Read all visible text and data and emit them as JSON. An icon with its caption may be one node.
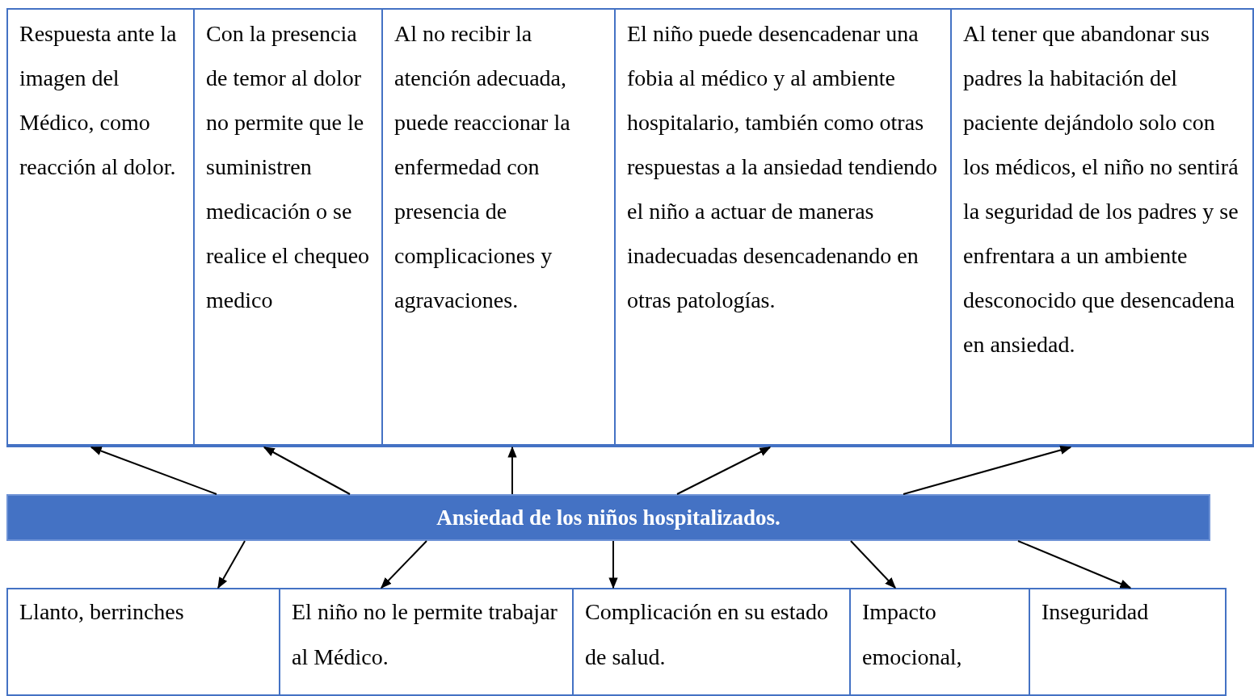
{
  "diagram": {
    "nodes": [
      {
        "text": [
          "Respuesta ante la imagen del Médico, como reacción al dolor."
        ]
      },
      {
        "text": [
          "Con la presencia de temor al dolor no permite que le suministren medicación o se realice el chequeo medico"
        ]
      },
      {
        "text": [
          "Al no recibir la atención adecuada, puede reaccionar la enfermedad con presencia de complicaciones y agravaciones."
        ]
      },
      {
        "text": [
          "El niño puede desencadenar una fobia al médico y al ambiente hospitalario, también como otras respuestas a la ansiedad tendiendo el niño a actuar de maneras inadecuadas desencadenando en otras patologías."
        ]
      },
      {
        "text": [
          "Al tener que abandonar sus padres la habitación del paciente dejándolo solo con los médicos, el niño no sentirá la seguridad de los padres y se enfrentara a un ambiente desconocido que desencadena en ansiedad."
        ]
      },
      {
        "text": [
          "Ansiedad de los niños hospitalizados."
        ]
      },
      {
        "text": [
          "Llanto, berrinches"
        ]
      },
      {
        "text": [
          "El niño no le permite trabajar al Médico."
        ]
      },
      {
        "text": [
          "Complicación en su estado de salud."
        ]
      },
      {
        "text": [
          "Impacto emocional,"
        ]
      },
      {
        "text": [
          "Inseguridad"
        ]
      }
    ],
    "edges": [
      {
        "from": 5,
        "to": 0,
        "arrow": "to"
      },
      {
        "from": 5,
        "to": 1,
        "arrow": "to"
      },
      {
        "from": 5,
        "to": 2,
        "arrow": "to"
      },
      {
        "from": 5,
        "to": 3,
        "arrow": "to"
      },
      {
        "from": 5,
        "to": 4,
        "arrow": "to"
      },
      {
        "from": 5,
        "to": 6,
        "arrow": "to"
      },
      {
        "from": 5,
        "to": 7,
        "arrow": "to"
      },
      {
        "from": 5,
        "to": 8,
        "arrow": "to"
      },
      {
        "from": 5,
        "to": 9,
        "arrow": "to"
      },
      {
        "from": 5,
        "to": 10,
        "arrow": "to"
      }
    ]
  }
}
